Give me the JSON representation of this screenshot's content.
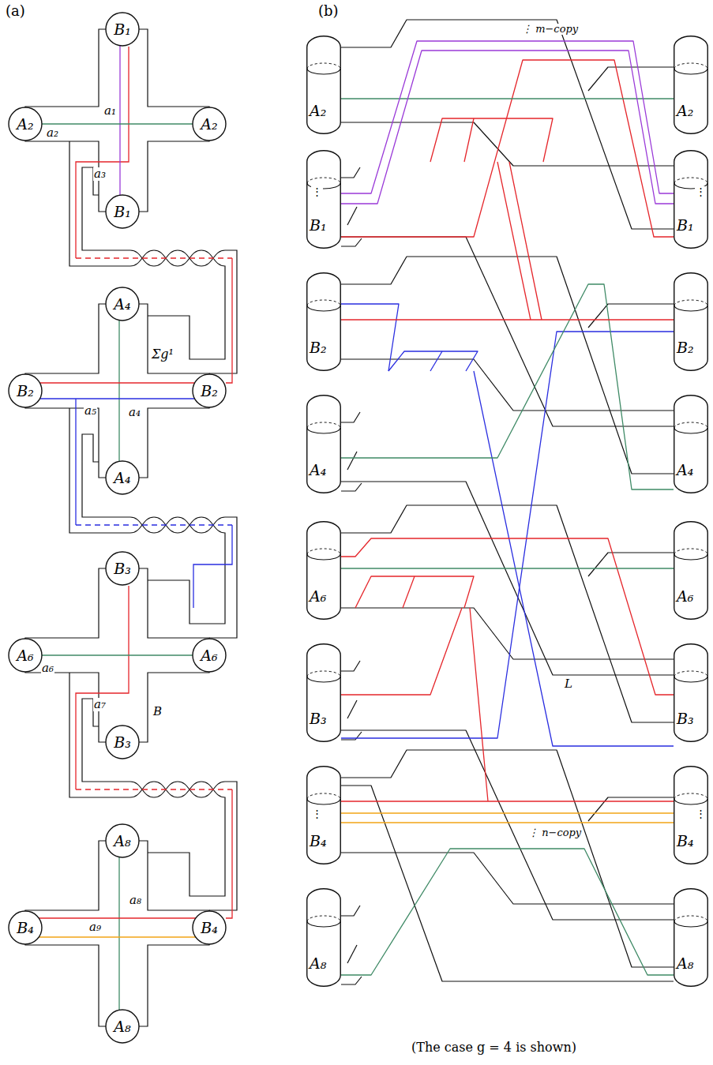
{
  "diagram": {
    "nodes": [
      {
        "text": [
          "B₁"
        ]
      },
      {
        "text": [
          "A₂"
        ]
      },
      {
        "text": [
          "A₂"
        ]
      },
      {
        "text": [
          "B₁"
        ]
      },
      {
        "text": [
          "A₄"
        ]
      },
      {
        "text": [
          "B₂"
        ]
      },
      {
        "text": [
          "B₂"
        ]
      },
      {
        "text": [
          "A₄"
        ]
      },
      {
        "text": [
          "B₃"
        ]
      },
      {
        "text": [
          "A₆"
        ]
      },
      {
        "text": [
          "A₆"
        ]
      },
      {
        "text": [
          "B₃"
        ]
      },
      {
        "text": [
          "A₈"
        ]
      },
      {
        "text": [
          "B₄"
        ]
      },
      {
        "text": [
          "B₄"
        ]
      },
      {
        "text": [
          "A₈"
        ]
      },
      {
        "text": [
          "A₂"
        ]
      },
      {
        "text": [
          "A₂"
        ]
      },
      {
        "text": [
          "B₁"
        ]
      },
      {
        "text": [
          "B₁"
        ]
      },
      {
        "text": [
          "B₂"
        ]
      },
      {
        "text": [
          "B₂"
        ]
      },
      {
        "text": [
          "A₄"
        ]
      },
      {
        "text": [
          "A₄"
        ]
      },
      {
        "text": [
          "A₆"
        ]
      },
      {
        "text": [
          "A₆"
        ]
      },
      {
        "text": [
          "B₃"
        ]
      },
      {
        "text": [
          "B₃"
        ]
      },
      {
        "text": [
          "B₄"
        ]
      },
      {
        "text": [
          "B₄"
        ]
      },
      {
        "text": [
          "A₈"
        ]
      },
      {
        "text": [
          "A₈"
        ]
      }
    ],
    "edges": [
      {
        "from": 0,
        "to": 3,
        "arrow": "none"
      },
      {
        "from": 1,
        "to": 2,
        "arrow": "none"
      },
      {
        "from": 4,
        "to": 7,
        "arrow": "none"
      },
      {
        "from": 5,
        "to": 6,
        "arrow": "none"
      },
      {
        "from": 5,
        "to": 6,
        "arrow": "none"
      },
      {
        "from": 9,
        "to": 10,
        "arrow": "none"
      },
      {
        "from": 12,
        "to": 15,
        "arrow": "none"
      },
      {
        "from": 13,
        "to": 14,
        "arrow": "none"
      },
      {
        "from": 13,
        "to": 14,
        "arrow": "none"
      },
      {
        "from": 16,
        "to": 17,
        "arrow": "none"
      },
      {
        "from": 18,
        "to": 19,
        "arrow": "none"
      },
      {
        "from": 18,
        "to": 19,
        "arrow": "none"
      },
      {
        "from": 20,
        "to": 21,
        "arrow": "none"
      },
      {
        "from": 24,
        "to": 25,
        "arrow": "none"
      },
      {
        "from": 28,
        "to": 29,
        "arrow": "none"
      },
      {
        "from": 28,
        "to": 29,
        "arrow": "none"
      },
      {
        "from": 28,
        "to": 29,
        "arrow": "none"
      }
    ],
    "labels": [
      "(a)",
      "(b)",
      "a₁",
      "a₂",
      "a₃",
      "Σg¹",
      "a₄",
      "a₅",
      "a₆",
      "a₇",
      "B",
      "a₈",
      "a₉",
      "⋮ m−copy",
      "⋮",
      "⋮",
      "L",
      "⋮ n−copy",
      "⋮",
      "⋮",
      "(The case g = 4 is shown)"
    ]
  }
}
